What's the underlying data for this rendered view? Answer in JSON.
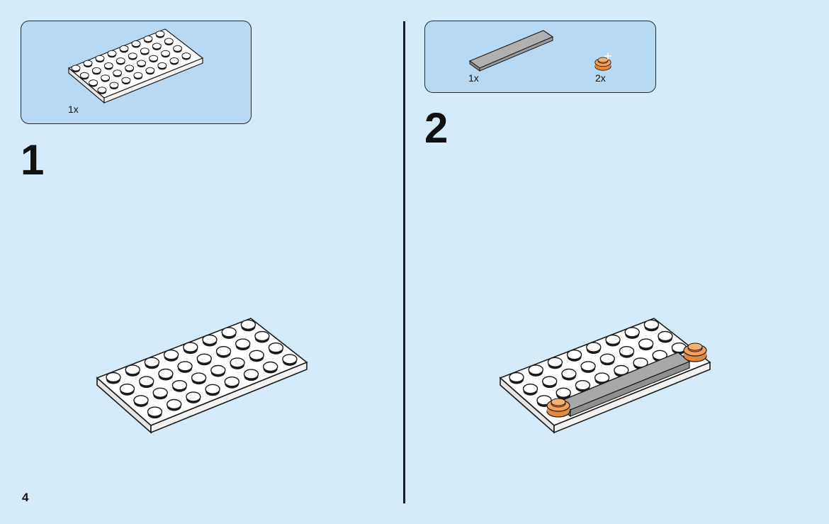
{
  "page": {
    "number": "4"
  },
  "steps": [
    {
      "number": "1",
      "parts": [
        {
          "name": "white-plate-4x8",
          "quantity": "1x",
          "color": "#ffffff"
        }
      ]
    },
    {
      "number": "2",
      "parts": [
        {
          "name": "grey-tile-1x6",
          "quantity": "1x",
          "color": "#9e9e9e"
        },
        {
          "name": "orange-round-plate-1x1",
          "quantity": "2x",
          "color": "#f3a15a"
        }
      ]
    }
  ],
  "colors": {
    "background": "#d5ebfa",
    "parts_box": "#b8d9f4",
    "plate": "#ffffff",
    "tile": "#9e9e9e",
    "stud_orange": "#f3a15a"
  }
}
